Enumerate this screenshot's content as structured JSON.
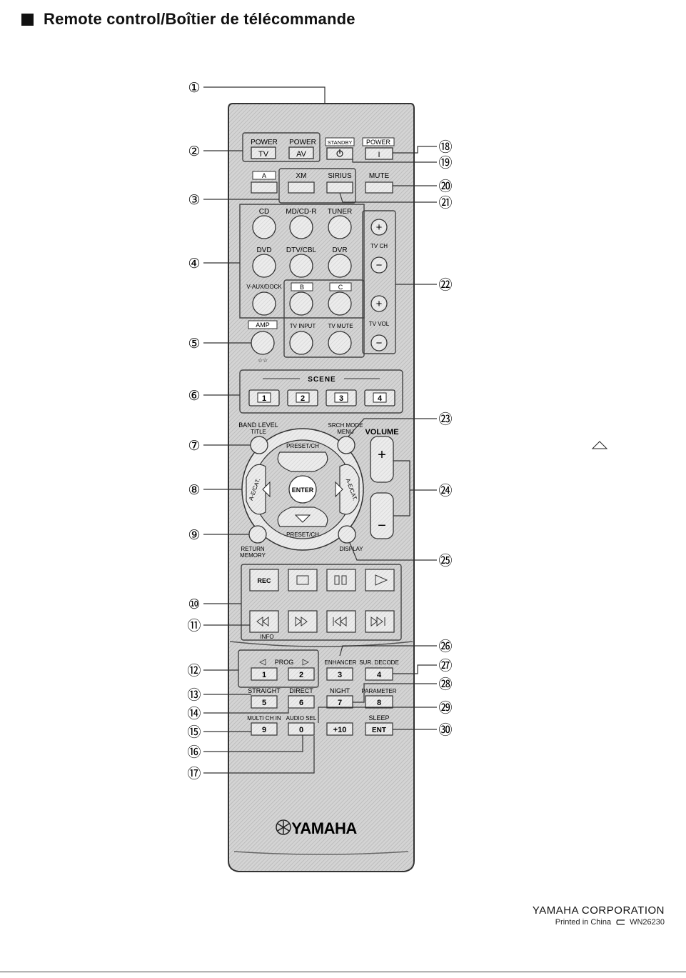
{
  "page": {
    "title": "Remote control/Boîtier de télécommande",
    "corporation": "YAMAHA CORPORATION",
    "printed": "Printed in China",
    "code": "WN26230"
  },
  "remote": {
    "brand": "YAMAHA",
    "top_row": {
      "power_label": "POWER",
      "tv": "TV",
      "av": "AV",
      "standby": "STANDBY",
      "power2": "POWER",
      "on_symbol": "I"
    },
    "source_row": [
      "A",
      "XM",
      "SIRIUS",
      "MUTE"
    ],
    "input_buttons": [
      "CD",
      "MD/CD-R",
      "TUNER",
      "DVD",
      "DTV/CBL",
      "DVR",
      "V-AUX/DOCK",
      "B",
      "C"
    ],
    "tv_controls": {
      "tv_ch": "TV CH",
      "tv_vol": "TV VOL",
      "tv_input": "TV INPUT",
      "tv_mute": "TV MUTE",
      "plus": "+",
      "minus": "−"
    },
    "amp": {
      "label": "AMP",
      "stars": "☆☆"
    },
    "scene": {
      "label": "SCENE",
      "buttons": [
        "1",
        "2",
        "3",
        "4"
      ]
    },
    "nav": {
      "band_level": "BAND LEVEL",
      "title": "TITLE",
      "srch_mode": "SRCH MODE",
      "menu": "MENU",
      "preset_ch": "PRESET/CH",
      "a_e_cat": "A-E/CAT.",
      "enter": "ENTER",
      "return": "RETURN",
      "memory": "MEMORY",
      "display": "DISPLAY",
      "volume": "VOLUME",
      "vol_plus": "+",
      "vol_minus": "−"
    },
    "transport": {
      "rec": "REC",
      "info": "INFO"
    },
    "numpad": {
      "prog": "PROG",
      "enhancer": "ENHANCER",
      "sur_decode": "SUR. DECODE",
      "straight": "STRAIGHT",
      "direct": "DIRECT",
      "night": "NIGHT",
      "parameter": "PARAMETER",
      "multi_ch_in": "MULTI CH IN",
      "audio_sel": "AUDIO SEL",
      "sleep": "SLEEP",
      "keys": [
        "1",
        "2",
        "3",
        "4",
        "5",
        "6",
        "7",
        "8",
        "9",
        "0",
        "+10",
        "ENT"
      ]
    }
  },
  "callouts": [
    "①",
    "②",
    "③",
    "④",
    "⑤",
    "⑥",
    "⑦",
    "⑧",
    "⑨",
    "⑩",
    "⑪",
    "⑫",
    "⑬",
    "⑭",
    "⑮",
    "⑯",
    "⑰",
    "⑱",
    "⑲",
    "⑳",
    "㉑",
    "㉒",
    "㉓",
    "㉔",
    "㉕",
    "㉖",
    "㉗",
    "㉘",
    "㉙",
    "㉚"
  ]
}
